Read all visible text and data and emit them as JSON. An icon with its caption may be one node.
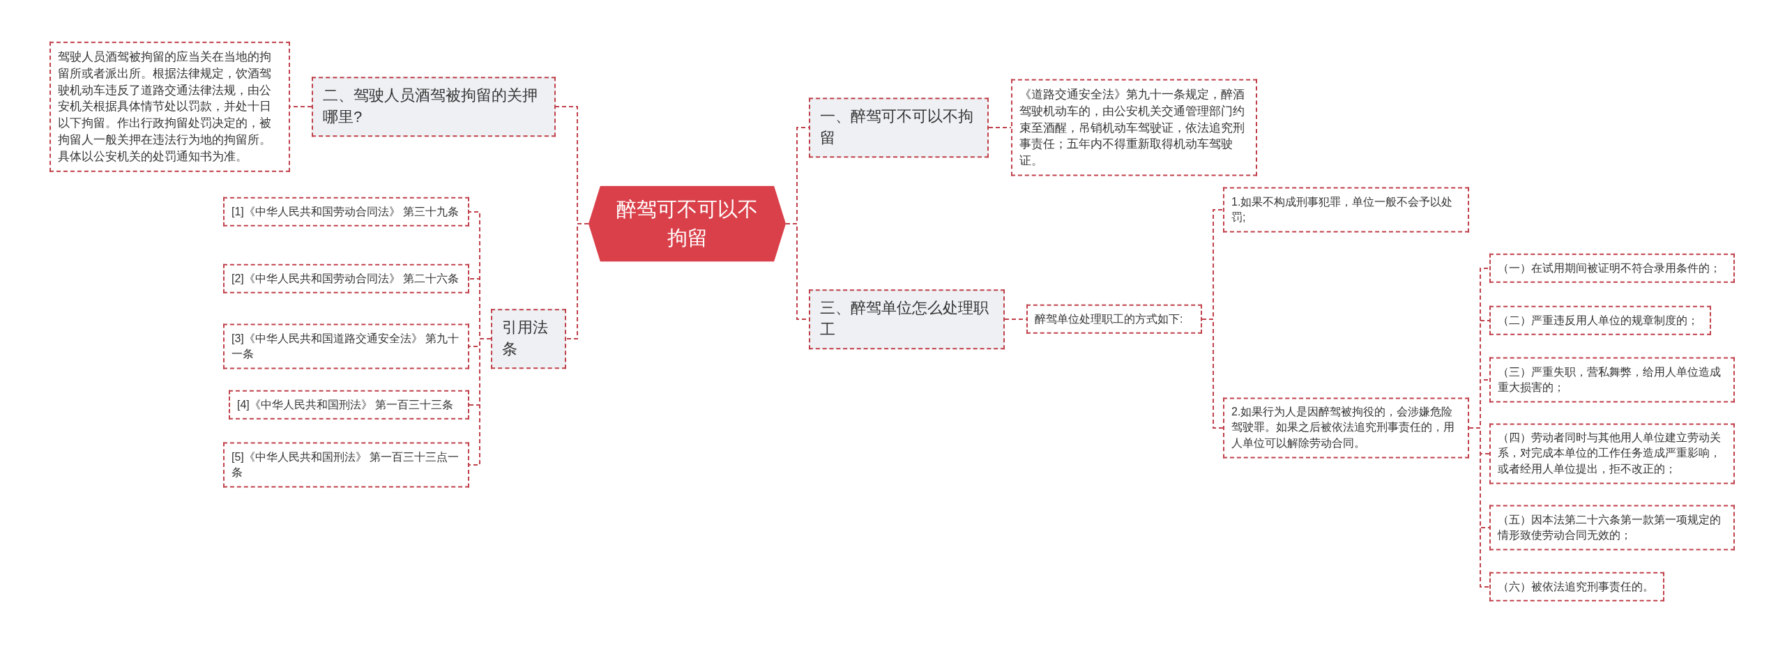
{
  "diagram": {
    "nodes": [
      {
        "text": [
          "醉驾可不可以不拘留"
        ]
      },
      {
        "text": [
          "二、驾驶人员酒驾被拘留的关押哪里?"
        ]
      },
      {
        "text": [
          "驾驶人员酒驾被拘留的应当关在当地的拘留所或者派出所。根据法律规定，饮酒驾驶机动车违反了道路交通法律法规，由公安机关根据具体情节处以罚款，并处十日以下拘留。作出行政拘留处罚决定的，被拘留人一般关押在违法行为地的拘留所。具体以公安机关的处罚通知书为准。"
        ]
      },
      {
        "text": [
          "引用法条"
        ]
      },
      {
        "text": [
          "[1]《中华人民共和国劳动合同法》 第三十九条"
        ]
      },
      {
        "text": [
          "[2]《中华人民共和国劳动合同法》 第二十六条"
        ]
      },
      {
        "text": [
          "[3]《中华人民共和国道路交通安全法》 第九十一条"
        ]
      },
      {
        "text": [
          "[4]《中华人民共和国刑法》 第一百三十三条"
        ]
      },
      {
        "text": [
          "[5]《中华人民共和国刑法》 第一百三十三点一条"
        ]
      },
      {
        "text": [
          "一、醉驾可不可以不拘留"
        ]
      },
      {
        "text": [
          "《道路交通安全法》第九十一条规定，醉酒驾驶机动车的，由公安机关交通管理部门约束至酒醒，吊销机动车驾驶证，依法追究刑事责任；五年内不得重新取得机动车驾驶证。"
        ]
      },
      {
        "text": [
          "三、醉驾单位怎么处理职工"
        ]
      },
      {
        "text": [
          "醉驾单位处理职工的方式如下:"
        ]
      },
      {
        "text": [
          "1.如果不构成刑事犯罪，单位一般不会予以处罚;"
        ]
      },
      {
        "text": [
          "2.如果行为人是因醉驾被拘役的，会涉嫌危险驾驶罪。如果之后被依法追究刑事责任的，用人单位可以解除劳动合同。"
        ]
      },
      {
        "text": [
          "（一）在试用期间被证明不符合录用条件的；"
        ]
      },
      {
        "text": [
          "（二）严重违反用人单位的规章制度的；"
        ]
      },
      {
        "text": [
          "（三）严重失职，营私舞弊，给用人单位造成重大损害的；"
        ]
      },
      {
        "text": [
          "（四）劳动者同时与其他用人单位建立劳动关系，对完成本单位的工作任务造成严重影响，或者经用人单位提出，拒不改正的；"
        ]
      },
      {
        "text": [
          "（五）因本法第二十六条第一款第一项规定的情形致使劳动合同无效的；"
        ]
      },
      {
        "text": [
          "（六）被依法追究刑事责任的。"
        ]
      }
    ],
    "edges": [
      {
        "from": 0,
        "to": 1,
        "arrow": "none"
      },
      {
        "from": 1,
        "to": 2,
        "arrow": "none"
      },
      {
        "from": 0,
        "to": 3,
        "arrow": "none"
      },
      {
        "from": 3,
        "to": 4,
        "arrow": "none"
      },
      {
        "from": 3,
        "to": 5,
        "arrow": "none"
      },
      {
        "from": 3,
        "to": 6,
        "arrow": "none"
      },
      {
        "from": 3,
        "to": 7,
        "arrow": "none"
      },
      {
        "from": 3,
        "to": 8,
        "arrow": "none"
      },
      {
        "from": 0,
        "to": 9,
        "arrow": "none"
      },
      {
        "from": 9,
        "to": 10,
        "arrow": "none"
      },
      {
        "from": 0,
        "to": 11,
        "arrow": "none"
      },
      {
        "from": 11,
        "to": 12,
        "arrow": "none"
      },
      {
        "from": 12,
        "to": 13,
        "arrow": "none"
      },
      {
        "from": 12,
        "to": 14,
        "arrow": "none"
      },
      {
        "from": 14,
        "to": 15,
        "arrow": "none"
      },
      {
        "from": 14,
        "to": 16,
        "arrow": "none"
      },
      {
        "from": 14,
        "to": 17,
        "arrow": "none"
      },
      {
        "from": 14,
        "to": 18,
        "arrow": "none"
      },
      {
        "from": 14,
        "to": 19,
        "arrow": "none"
      },
      {
        "from": 14,
        "to": 20,
        "arrow": "none"
      }
    ]
  }
}
